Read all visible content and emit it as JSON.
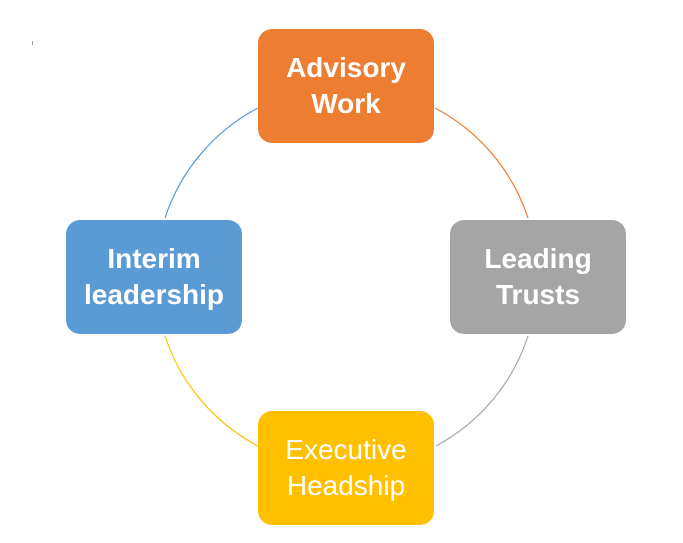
{
  "diagram": {
    "nodes": [
      {
        "id": "advisory",
        "lines": [
          "Advisory",
          "Work"
        ],
        "color": "#ED7D31",
        "weight": "bold"
      },
      {
        "id": "leading",
        "lines": [
          "Leading",
          "Trusts"
        ],
        "color": "#A5A5A5",
        "weight": "bold"
      },
      {
        "id": "executive",
        "lines": [
          "Executive",
          "Headship"
        ],
        "color": "#FFC000",
        "weight": "regular"
      },
      {
        "id": "interim",
        "lines": [
          "Interim",
          "leadership"
        ],
        "color": "#5B9BD5",
        "weight": "bold"
      }
    ],
    "connectors": [
      {
        "from": "advisory",
        "to": "leading",
        "color": "#ED7D31"
      },
      {
        "from": "leading",
        "to": "executive",
        "color": "#A5A5A5"
      },
      {
        "from": "executive",
        "to": "interim",
        "color": "#FFC000"
      },
      {
        "from": "interim",
        "to": "advisory",
        "color": "#5B9BD5"
      }
    ]
  }
}
